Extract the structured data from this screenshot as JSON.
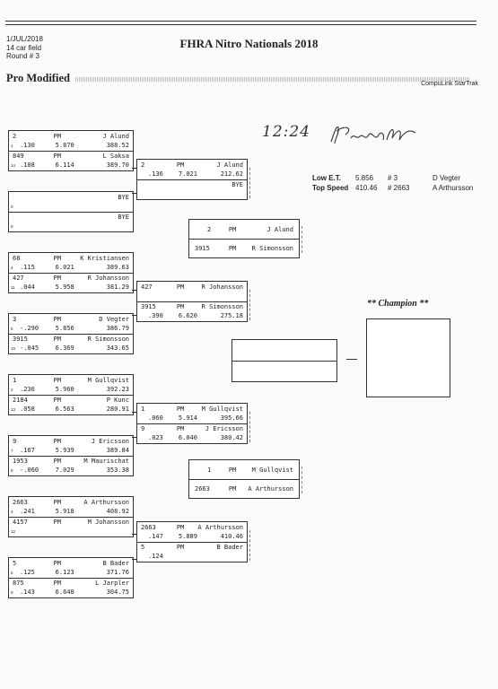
{
  "header": {
    "date": "1/JUL/2018",
    "field": "14 car field",
    "round": "Round # 3",
    "title": "FHRA Nitro Nationals 2018",
    "class_name": "Pro Modified",
    "vendor": "CompuLink StarTrak"
  },
  "handwriting": {
    "time": "12:24"
  },
  "stats": {
    "low_et_label": "Low  E.T.",
    "low_et_value": "5.856",
    "low_et_car": "# 3",
    "low_et_driver": "D Vegter",
    "top_speed_label": "Top Speed",
    "top_speed_value": "410.46",
    "top_speed_car": "# 2663",
    "top_speed_driver": "A Arthursson"
  },
  "champion_label": "** Champion **",
  "r1": [
    {
      "a": {
        "car": "2",
        "cls": "PM",
        "drv": "J Alund",
        "lane": "1",
        "rt": ".130",
        "et": "5.870",
        "spd": "388.52"
      },
      "b": {
        "car": "849",
        "cls": "PM",
        "drv": "L Saksa",
        "lane": "14",
        "rt": ".108",
        "et": "6.114",
        "spd": "389.70"
      }
    },
    {
      "a": {
        "car": "",
        "cls": "",
        "drv": "BYE",
        "lane": "0",
        "rt": "",
        "et": "",
        "spd": ""
      },
      "b": {
        "car": "",
        "cls": "",
        "drv": "BYE",
        "lane": "0",
        "rt": "",
        "et": "",
        "spd": ""
      }
    },
    {
      "a": {
        "car": "68",
        "cls": "PM",
        "drv": "K Kristiansen",
        "lane": "4",
        "rt": ".115",
        "et": "6.021",
        "spd": "389.63"
      },
      "b": {
        "car": "427",
        "cls": "PM",
        "drv": "R Johansson",
        "lane": "11",
        "rt": ".044",
        "et": "5.958",
        "spd": "381.29"
      }
    },
    {
      "a": {
        "car": "3",
        "cls": "PM",
        "drv": "D Vegter",
        "lane": "5",
        "rt": "-.290",
        "et": "5.856",
        "spd": "386.79"
      },
      "b": {
        "car": "3915",
        "cls": "PM",
        "drv": "R Simonsson",
        "lane": "10",
        "rt": "-.045",
        "et": "6.369",
        "spd": "343.65"
      }
    },
    {
      "a": {
        "car": "1",
        "cls": "PM",
        "drv": "M Gullqvist",
        "lane": "2",
        "rt": ".236",
        "et": "5.960",
        "spd": "392.23"
      },
      "b": {
        "car": "2184",
        "cls": "PM",
        "drv": "P Kunc",
        "lane": "13",
        "rt": ".058",
        "et": "6.563",
        "spd": "280.91"
      }
    },
    {
      "a": {
        "car": "9",
        "cls": "PM",
        "drv": "J Ericsson",
        "lane": "7",
        "rt": ".167",
        "et": "5.939",
        "spd": "389.84"
      },
      "b": {
        "car": "1953",
        "cls": "PM",
        "drv": "M Maurischat",
        "lane": "8",
        "rt": "-.060",
        "et": "7.029",
        "spd": "353.38"
      }
    },
    {
      "a": {
        "car": "2663",
        "cls": "PM",
        "drv": "A Arthursson",
        "lane": "3",
        "rt": ".241",
        "et": "5.918",
        "spd": "408.92"
      },
      "b": {
        "car": "4157",
        "cls": "PM",
        "drv": "M Johansson",
        "lane": "12",
        "rt": "",
        "et": "",
        "spd": ""
      }
    },
    {
      "a": {
        "car": "5",
        "cls": "PM",
        "drv": "B Bader",
        "lane": "6",
        "rt": ".125",
        "et": "6.123",
        "spd": "371.76"
      },
      "b": {
        "car": "875",
        "cls": "PM",
        "drv": "L Jarpler",
        "lane": "9",
        "rt": ".143",
        "et": "6.640",
        "spd": "304.75"
      }
    }
  ],
  "r2": [
    {
      "a": {
        "car": "2",
        "cls": "PM",
        "drv": "J Alund",
        "rt": ".136",
        "et": "7.021",
        "spd": "212.62"
      },
      "b": {
        "car": "",
        "cls": "",
        "drv": "BYE",
        "rt": "",
        "et": "",
        "spd": ""
      }
    },
    {
      "a": {
        "car": "427",
        "cls": "PM",
        "drv": "R Johansson",
        "rt": "",
        "et": "",
        "spd": ""
      },
      "b": {
        "car": "3915",
        "cls": "PM",
        "drv": "R Simonsson",
        "rt": ".390",
        "et": "6.620",
        "spd": "275.18"
      }
    },
    {
      "a": {
        "car": "1",
        "cls": "PM",
        "drv": "M Gullqvist",
        "rt": ".060",
        "et": "5.914",
        "spd": "395.66"
      },
      "b": {
        "car": "9",
        "cls": "PM",
        "drv": "J Ericsson",
        "rt": ".023",
        "et": "6.040",
        "spd": "380.42"
      }
    },
    {
      "a": {
        "car": "2663",
        "cls": "PM",
        "drv": "A Arthursson",
        "rt": ".147",
        "et": "5.889",
        "spd": "410.46"
      },
      "b": {
        "car": "5",
        "cls": "PM",
        "drv": "B Bader",
        "rt": ".124",
        "et": "",
        "spd": ""
      }
    }
  ],
  "r3": [
    {
      "a": {
        "car": "2",
        "cls": "PM",
        "drv": "J Alund"
      },
      "b": {
        "car": "3915",
        "cls": "PM",
        "drv": "R Simonsson"
      }
    },
    {
      "a": {
        "car": "1",
        "cls": "PM",
        "drv": "M Gullqvist"
      },
      "b": {
        "car": "2663",
        "cls": "PM",
        "drv": "A Arthursson"
      }
    }
  ]
}
